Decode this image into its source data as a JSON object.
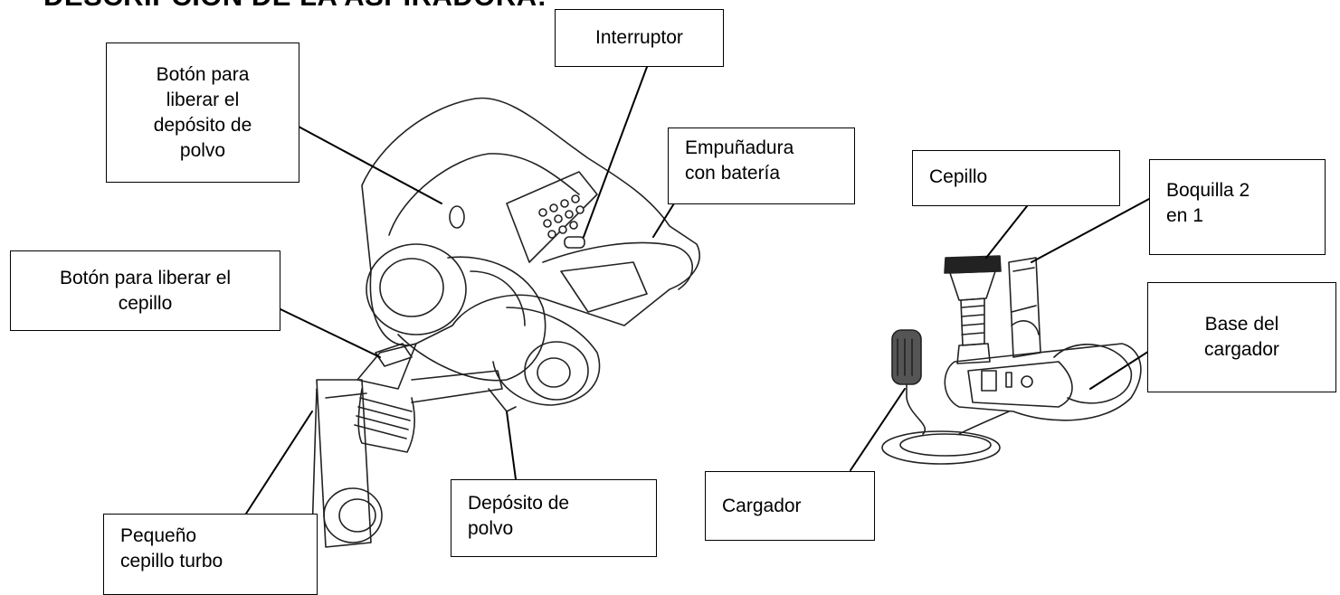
{
  "heading": "DESCRIPCIÓN DE LA ASPIRADORA:",
  "labels": {
    "dust_release": [
      "Botón para",
      "liberar el",
      "depósito de",
      "polvo"
    ],
    "switch": [
      "Interruptor"
    ],
    "battery_handle": [
      "Empuñadura",
      "con batería"
    ],
    "brush_release": [
      "Botón para liberar el",
      "cepillo"
    ],
    "turbo_brush": [
      "Pequeño",
      "cepillo turbo"
    ],
    "dust_container": [
      "Depósito de",
      "polvo"
    ],
    "brush": [
      "Cepillo"
    ],
    "nozzle": [
      "Boquilla 2",
      "en 1"
    ],
    "charger_base": [
      "Base del",
      "cargador"
    ],
    "charger": [
      "Cargador"
    ]
  }
}
